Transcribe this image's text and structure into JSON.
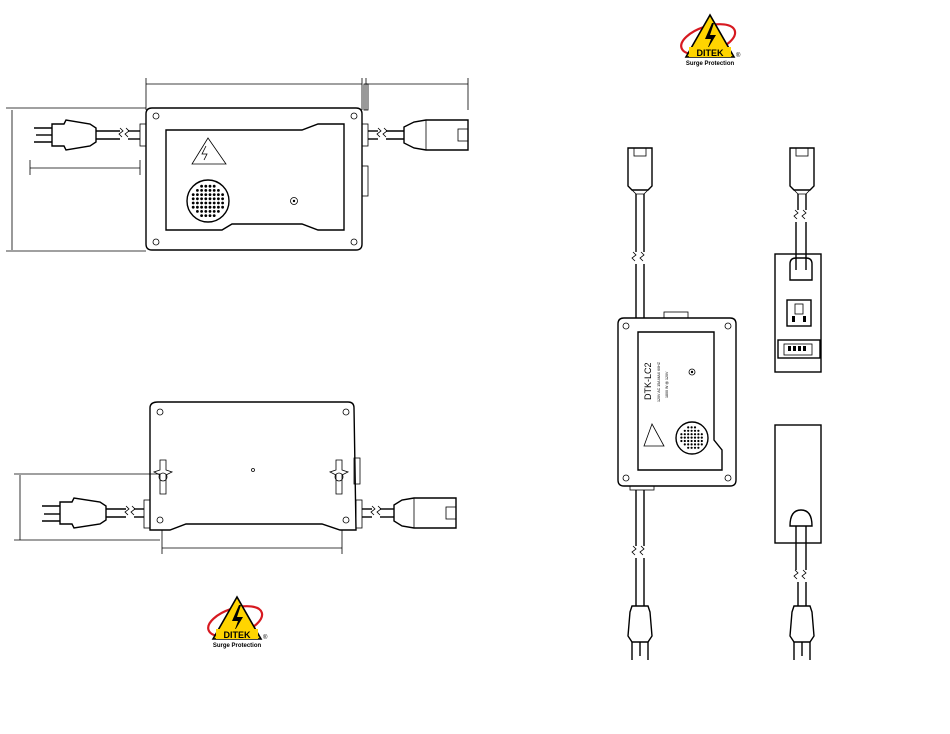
{
  "logo": {
    "brand": "DITEK",
    "tagline": "Surge Protection",
    "registered": "®"
  },
  "device_label": {
    "model": "DTK-LC2",
    "line1": "120V AC 15A MAX 60HZ",
    "line2": "1800 W @ 120V"
  },
  "colors": {
    "line": "#000000",
    "logo_yellow": "#FFD400",
    "logo_red": "#D71920",
    "background": "#FFFFFF"
  }
}
